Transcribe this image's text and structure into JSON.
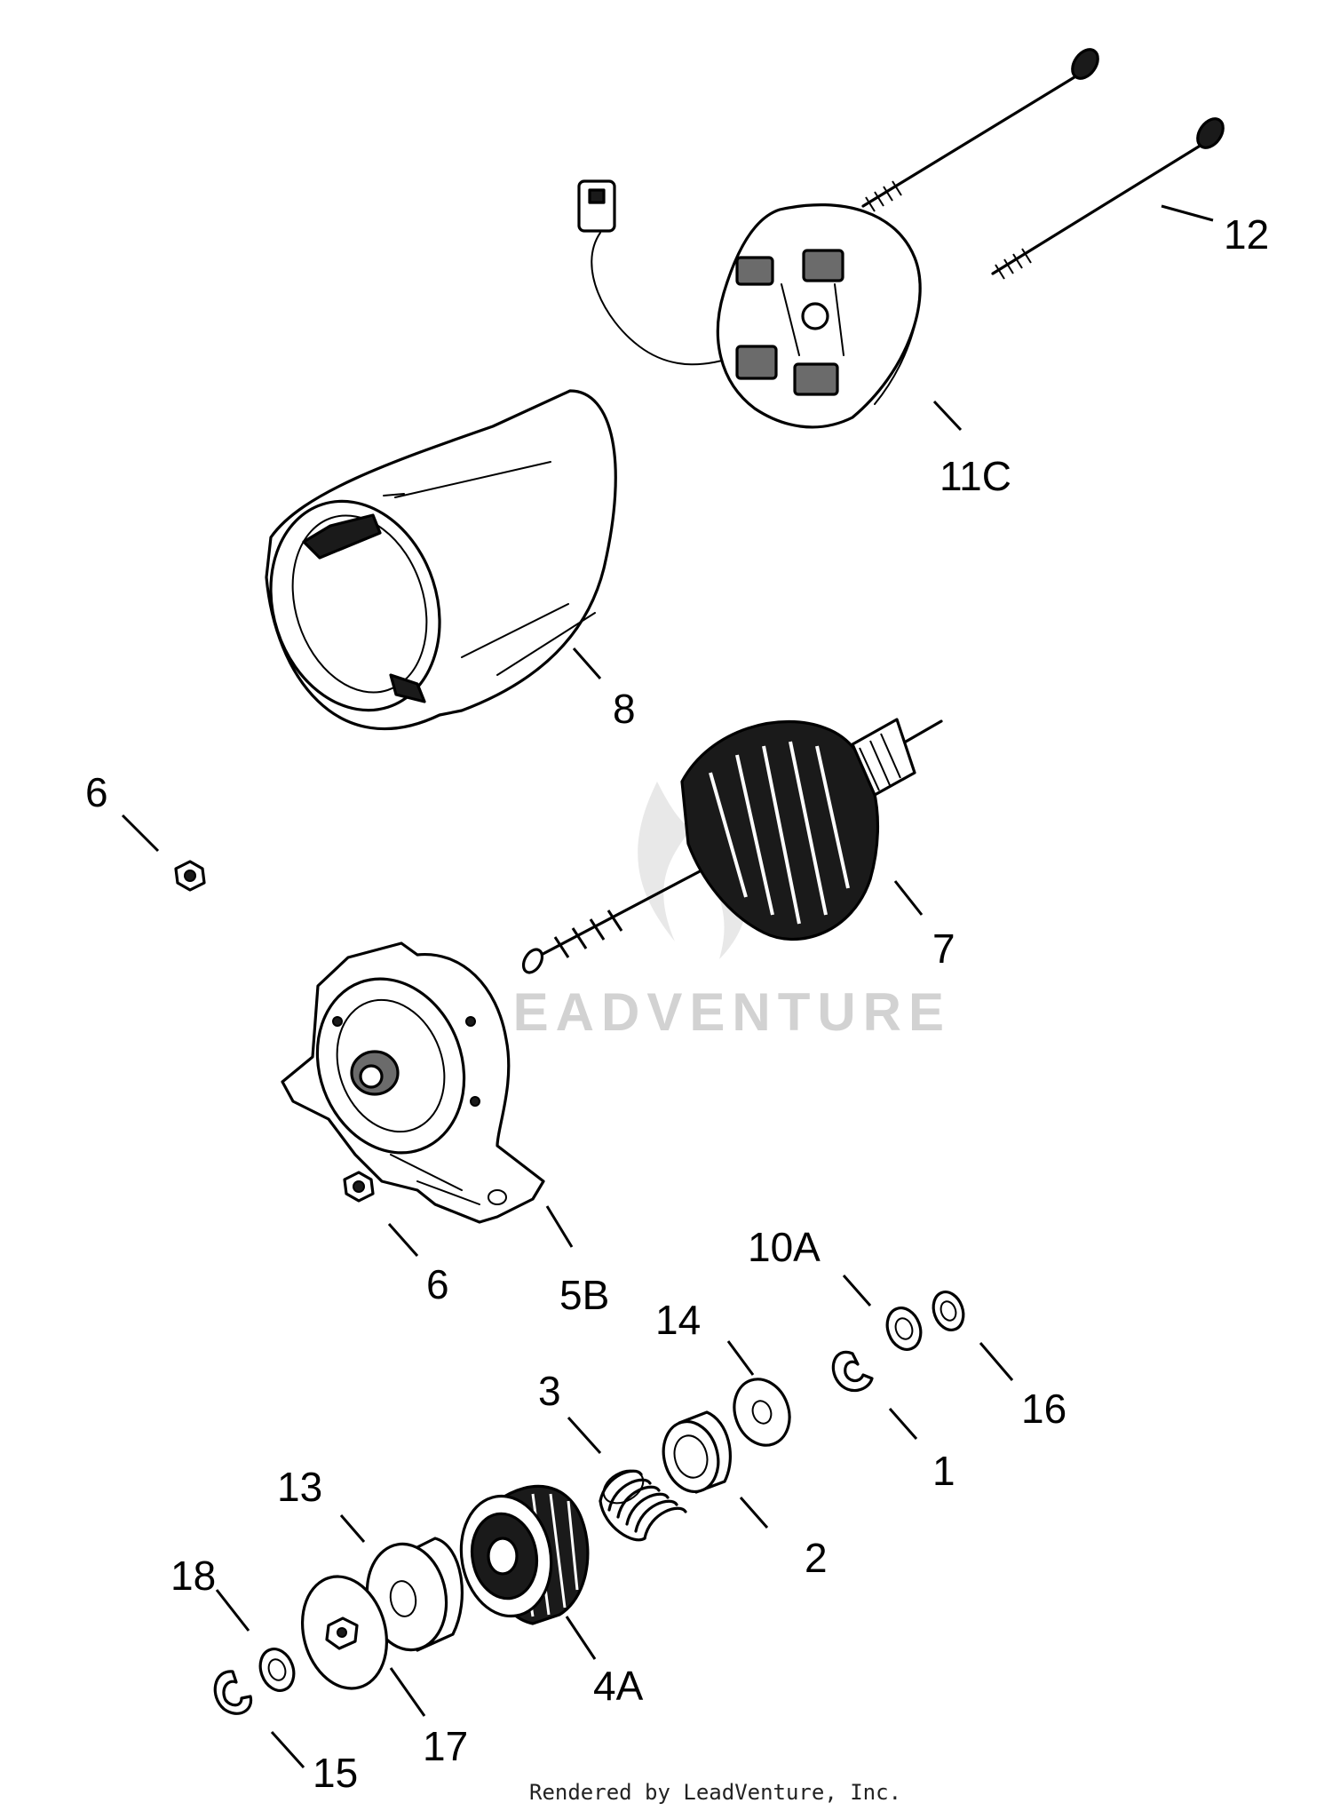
{
  "watermark": "LEADVENTURE",
  "footer": "Rendered by LeadVenture, Inc.",
  "callouts": {
    "c12": "12",
    "c11c": "11C",
    "c8": "8",
    "c6a": "6",
    "c7": "7",
    "c6b": "6",
    "c5b": "5B",
    "c10a": "10A",
    "c14": "14",
    "c3": "3",
    "c16": "16",
    "c1": "1",
    "c13": "13",
    "c2": "2",
    "c18": "18",
    "c4a": "4A",
    "c17": "17",
    "c15": "15"
  }
}
